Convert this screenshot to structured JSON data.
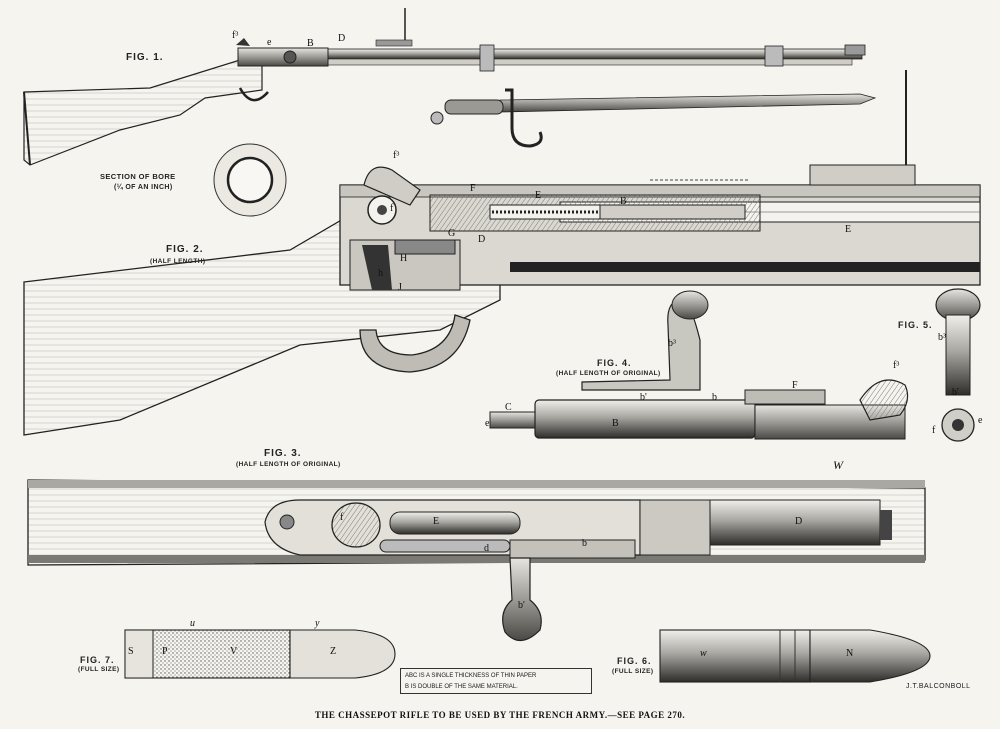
{
  "plate": {
    "caption": "THE CHASSEPOT RIFLE TO BE USED BY THE FRENCH ARMY.—SEE PAGE 270.",
    "signature": "J.T.BALCONBOLL",
    "note_lines": [
      "ABC IS A SINGLE THICKNESS OF THIN PAPER",
      "B IS DOUBLE OF THE SAME MATERIAL."
    ]
  },
  "figures": {
    "fig1": {
      "title": "FIG. 1."
    },
    "bore": {
      "title": "SECTION OF BORE",
      "subtitle": "(¼ OF AN INCH)"
    },
    "fig2": {
      "title": "FIG. 2.",
      "subtitle": "(HALF LENGTH)"
    },
    "fig3": {
      "title": "FIG. 3.",
      "subtitle": "(HALF LENGTH OF ORIGINAL)"
    },
    "fig4": {
      "title": "FIG. 4.",
      "subtitle": "(HALF LENGTH OF ORIGINAL)"
    },
    "fig5": {
      "title": "FIG. 5."
    },
    "fig6": {
      "title": "FIG. 6.",
      "subtitle": "(FULL SIZE)"
    },
    "fig7": {
      "title": "FIG. 7.",
      "subtitle": "(FULL SIZE)"
    }
  },
  "part_labels": {
    "fig1": [
      "f³",
      "e",
      "B",
      "D"
    ],
    "fig2": [
      "f³",
      "f",
      "F",
      "E",
      "B",
      "D",
      "H",
      "h",
      "J",
      "G",
      "E"
    ],
    "fig4": [
      "b³",
      "b'",
      "b",
      "C",
      "B",
      "F",
      "f³",
      "e"
    ],
    "fig5": [
      "b³",
      "b'",
      "f",
      "e"
    ],
    "fig3": [
      "f",
      "E",
      "d",
      "b'",
      "b",
      "D",
      "W"
    ],
    "fig6": [
      "w",
      "N"
    ],
    "fig7": [
      "u",
      "y",
      "V",
      "Z",
      "S",
      "P"
    ]
  },
  "colors": {
    "ink": "#1a1a1a",
    "paper": "#f5f4ef",
    "hatch": "#8a8a86",
    "wood": "#dcdad2",
    "steel": "#b9b8b2"
  }
}
